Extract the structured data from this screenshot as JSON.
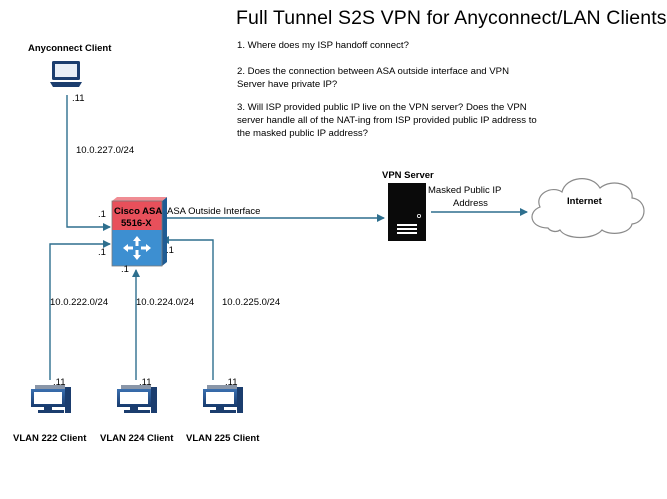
{
  "title": "Full Tunnel S2S VPN for Anyconnect/LAN Clients",
  "questions": [
    "1. Where does my ISP handoff connect?",
    "2. Does the connection between ASA outside interface and VPN Server have private IP?",
    "3. Will ISP provided public IP live on the VPN server? Does the VPN server handle all of the NAT-ing from ISP provided public IP address to the masked public IP address?"
  ],
  "nodes": {
    "anyconnect": {
      "label": "Anyconnect Client",
      "ip": ".11",
      "icon": "laptop-icon"
    },
    "asa": {
      "label_line1": "Cisco ASA",
      "label_line2": "5516-X",
      "icon": "router-icon"
    },
    "vpn_server": {
      "label": "VPN Server",
      "icon": "server-icon"
    },
    "internet": {
      "label": "Internet",
      "icon": "cloud-icon"
    },
    "vlan222": {
      "label": "VLAN 222 Client",
      "ip": ".11",
      "icon": "desktop-computer-icon"
    },
    "vlan224": {
      "label": "VLAN 224 Client",
      "ip": ".11",
      "icon": "desktop-computer-icon"
    },
    "vlan225": {
      "label": "VLAN 225 Client",
      "ip": ".11",
      "icon": "desktop-computer-icon"
    }
  },
  "links": {
    "anyconnect_subnet": "10.0.227.0/24",
    "vlan222_subnet": "10.0.222.0/24",
    "vlan224_subnet": "10.0.224.0/24",
    "vlan225_subnet": "10.0.225.0/24",
    "asa_outside": "ASA Outside Interface",
    "vpn_to_internet_line1": "Masked Public IP",
    "vpn_to_internet_line2": "Address"
  },
  "interface_ips": {
    "asa_from_anyconnect": ".1",
    "asa_from_vlan222": ".1",
    "asa_from_vlan224": ".1",
    "asa_from_vlan225": ".1"
  },
  "colors": {
    "line": "#2e6f8e",
    "asa_top": "#e8505b",
    "asa_body": "#3d8fd1",
    "asa_dark": "#1f5c94",
    "icon": "#1b3d6e"
  }
}
